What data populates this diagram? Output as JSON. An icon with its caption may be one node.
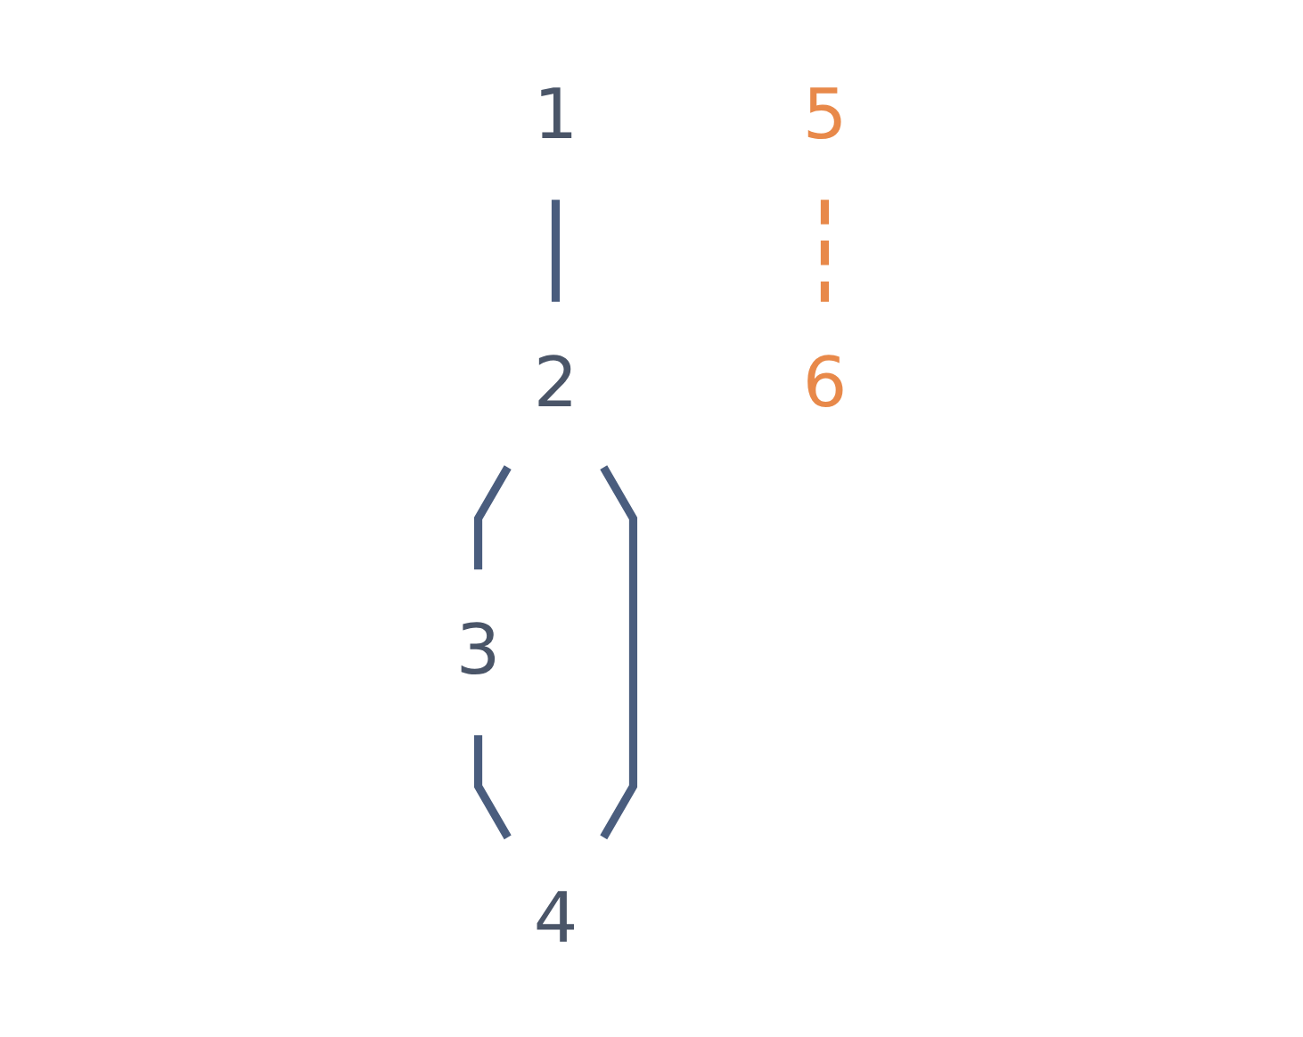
{
  "diagram": {
    "nodes": [
      {
        "text": [
          "1"
        ]
      },
      {
        "text": [
          "2"
        ]
      },
      {
        "text": [
          "3"
        ]
      },
      {
        "text": [
          "4"
        ]
      },
      {
        "text": [
          "5"
        ]
      },
      {
        "text": [
          "6"
        ]
      }
    ],
    "edges": [
      {
        "from": 0,
        "to": 1,
        "arrow": "none"
      },
      {
        "from": 1,
        "to": 2,
        "arrow": "none"
      },
      {
        "from": 2,
        "to": 3,
        "arrow": "none"
      },
      {
        "from": 3,
        "to": 1,
        "arrow": "none"
      },
      {
        "from": 4,
        "to": 5,
        "arrow": "none",
        "style": "dashed",
        "color": "#e8894a"
      }
    ]
  }
}
